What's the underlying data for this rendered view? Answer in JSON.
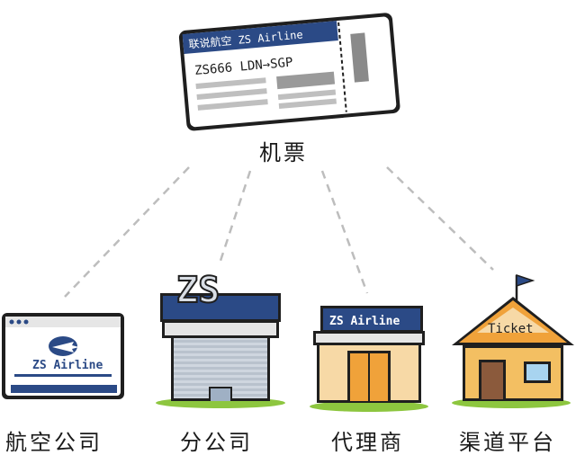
{
  "ticket": {
    "header": "联说航空 ZS Airline",
    "route": "ZS666 LDN→SGP"
  },
  "root_label": "机票",
  "nodes": [
    {
      "id": "airline",
      "label": "航空公司",
      "sign": "ZS Airline"
    },
    {
      "id": "branch",
      "label": "分公司",
      "sign": "ZS"
    },
    {
      "id": "agent",
      "label": "代理商",
      "sign": "ZS Airline"
    },
    {
      "id": "channel",
      "label": "渠道平台",
      "sign": "Ticket"
    }
  ],
  "colors": {
    "navy": "#2b4a86",
    "outline": "#1f1f1f",
    "grass": "#8dc63f",
    "roof": "#f0a23a",
    "dashed": "#bdbdbd"
  }
}
